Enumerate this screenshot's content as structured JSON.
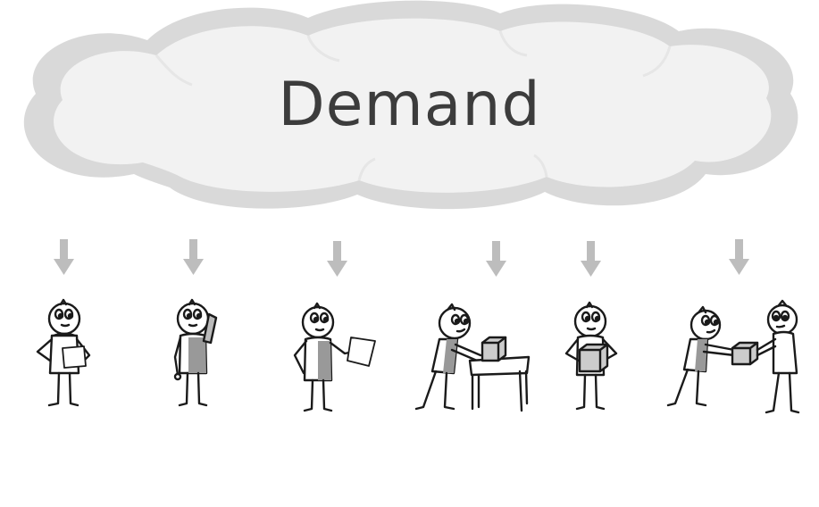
{
  "diagram": {
    "title": "Demand",
    "colors": {
      "cloud_outer": "#d9d9d9",
      "cloud_inner": "#f2f2f2",
      "arrow": "#bdbdbd",
      "ink": "#1a1a1a",
      "title": "#3c3c3c"
    },
    "arrows_count": 6,
    "figures": [
      "figure-holding-clipboard",
      "figure-holding-phone",
      "figure-handing-paper",
      "figure-pushing-box-on-table",
      "figure-holding-box",
      "figures-passing-box"
    ]
  }
}
